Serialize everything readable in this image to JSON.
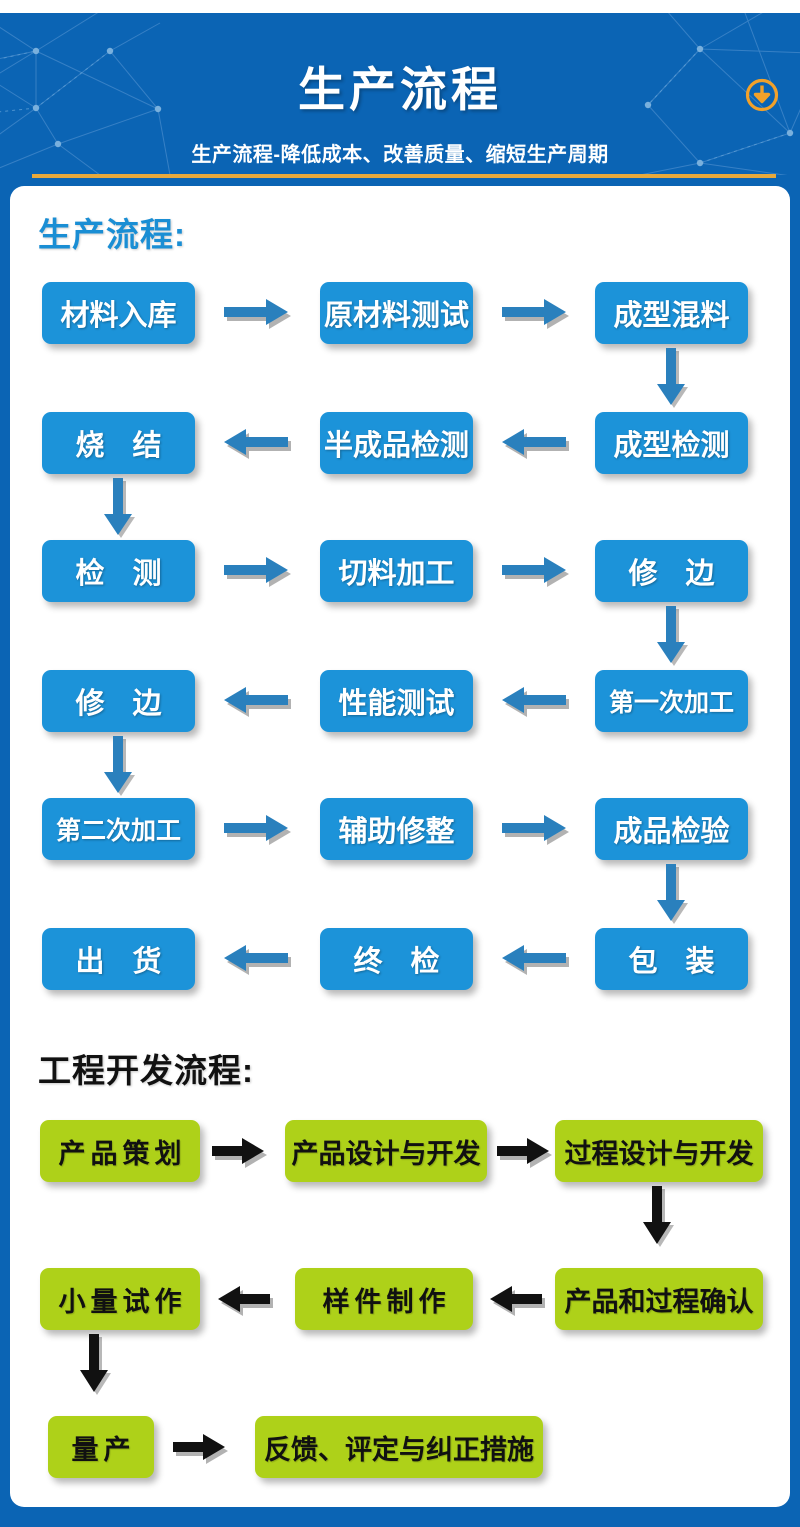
{
  "header": {
    "title": "生产流程",
    "subtitle": "生产流程-降低成本、改善质量、缩短生产周期",
    "download_icon": "download-circle-icon",
    "bg_color": "#0b64b4",
    "rule_color": "#e8a93c",
    "badge_color": "#f2a12a"
  },
  "sections": [
    {
      "id": "production",
      "title": "生产流程:",
      "title_color": "#1a8ed4",
      "node_color": "#1c93d9",
      "node_text_color": "#ffffff",
      "arrow_color": "#2a80bd",
      "nodes": [
        {
          "label": "材料入库"
        },
        {
          "label": "原材料测试"
        },
        {
          "label": "成型混料"
        },
        {
          "label": "成型检测"
        },
        {
          "label": "半成品检测"
        },
        {
          "label": "烧 结"
        },
        {
          "label": "检 测"
        },
        {
          "label": "切料加工"
        },
        {
          "label": "修 边"
        },
        {
          "label": "第一次加工"
        },
        {
          "label": "性能测试"
        },
        {
          "label": "修 边"
        },
        {
          "label": "第二次加工"
        },
        {
          "label": "辅助修整"
        },
        {
          "label": "成品检验"
        },
        {
          "label": "包 装"
        },
        {
          "label": "终 检"
        },
        {
          "label": "出 货"
        }
      ]
    },
    {
      "id": "engineering",
      "title": "工程开发流程:",
      "title_color": "#111111",
      "node_color": "#aed119",
      "node_text_color": "#111111",
      "arrow_color": "#111111",
      "nodes": [
        {
          "label": "产品策划"
        },
        {
          "label": "产品设计与开发"
        },
        {
          "label": "过程设计与开发"
        },
        {
          "label": "产品和过程确认"
        },
        {
          "label": "样件制作"
        },
        {
          "label": "小量试作"
        },
        {
          "label": "量产"
        },
        {
          "label": "反馈、评定与纠正措施"
        }
      ]
    }
  ]
}
